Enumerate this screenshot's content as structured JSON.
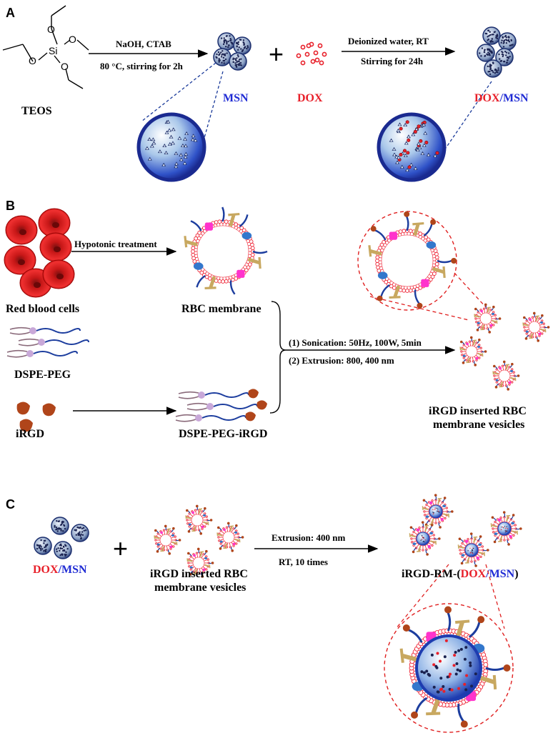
{
  "panels": {
    "a": "A",
    "b": "B",
    "c": "C"
  },
  "colors": {
    "red": "#e8202a",
    "blue": "#1f2bd4",
    "membrane_red": "#ee2233",
    "peg_blue": "#1c3d9e",
    "tan": "#c8a860",
    "pink": "#ff33cc",
    "protein_blue": "#3377cc"
  },
  "panel_a": {
    "teos_atoms": {
      "o": "O",
      "si": "Si"
    },
    "teos_label": "TEOS",
    "step1_top": "NaOH, CTAB",
    "step1_bottom": "80 °C, stirring for 2h",
    "msn": "MSN",
    "plus": "+",
    "dox": "DOX",
    "step2_top": "Deionized water, RT",
    "step2_bottom": "Stirring for 24h",
    "product_dox": "DOX",
    "product_slash": "/",
    "product_msn": "MSN"
  },
  "panel_b": {
    "hypotonic": "Hypotonic treatment",
    "rbc_label": "Red blood cells",
    "membrane_label": "RBC membrane",
    "dspe_peg": "DSPE-PEG",
    "irgd": "iRGD",
    "dspe_peg_irgd": "DSPE-PEG-iRGD",
    "sonication": "(1) Sonication: 50Hz, 100W, 5min",
    "extrusion": "(2) Extrusion: 800, 400 nm",
    "vesicles_line1": "iRGD inserted RBC",
    "vesicles_line2": "membrane vesicles"
  },
  "panel_c": {
    "dox": "DOX",
    "slash": "/",
    "msn": "MSN",
    "plus": "+",
    "vesicles_line1": "iRGD inserted RBC",
    "vesicles_line2": "membrane vesicles",
    "step_top": "Extrusion: 400 nm",
    "step_bottom": "RT, 10 times",
    "product_prefix": "iRGD-RM-(",
    "product_dox": "DOX",
    "product_slash": "/",
    "product_msn": "MSN",
    "product_suffix": ")"
  }
}
